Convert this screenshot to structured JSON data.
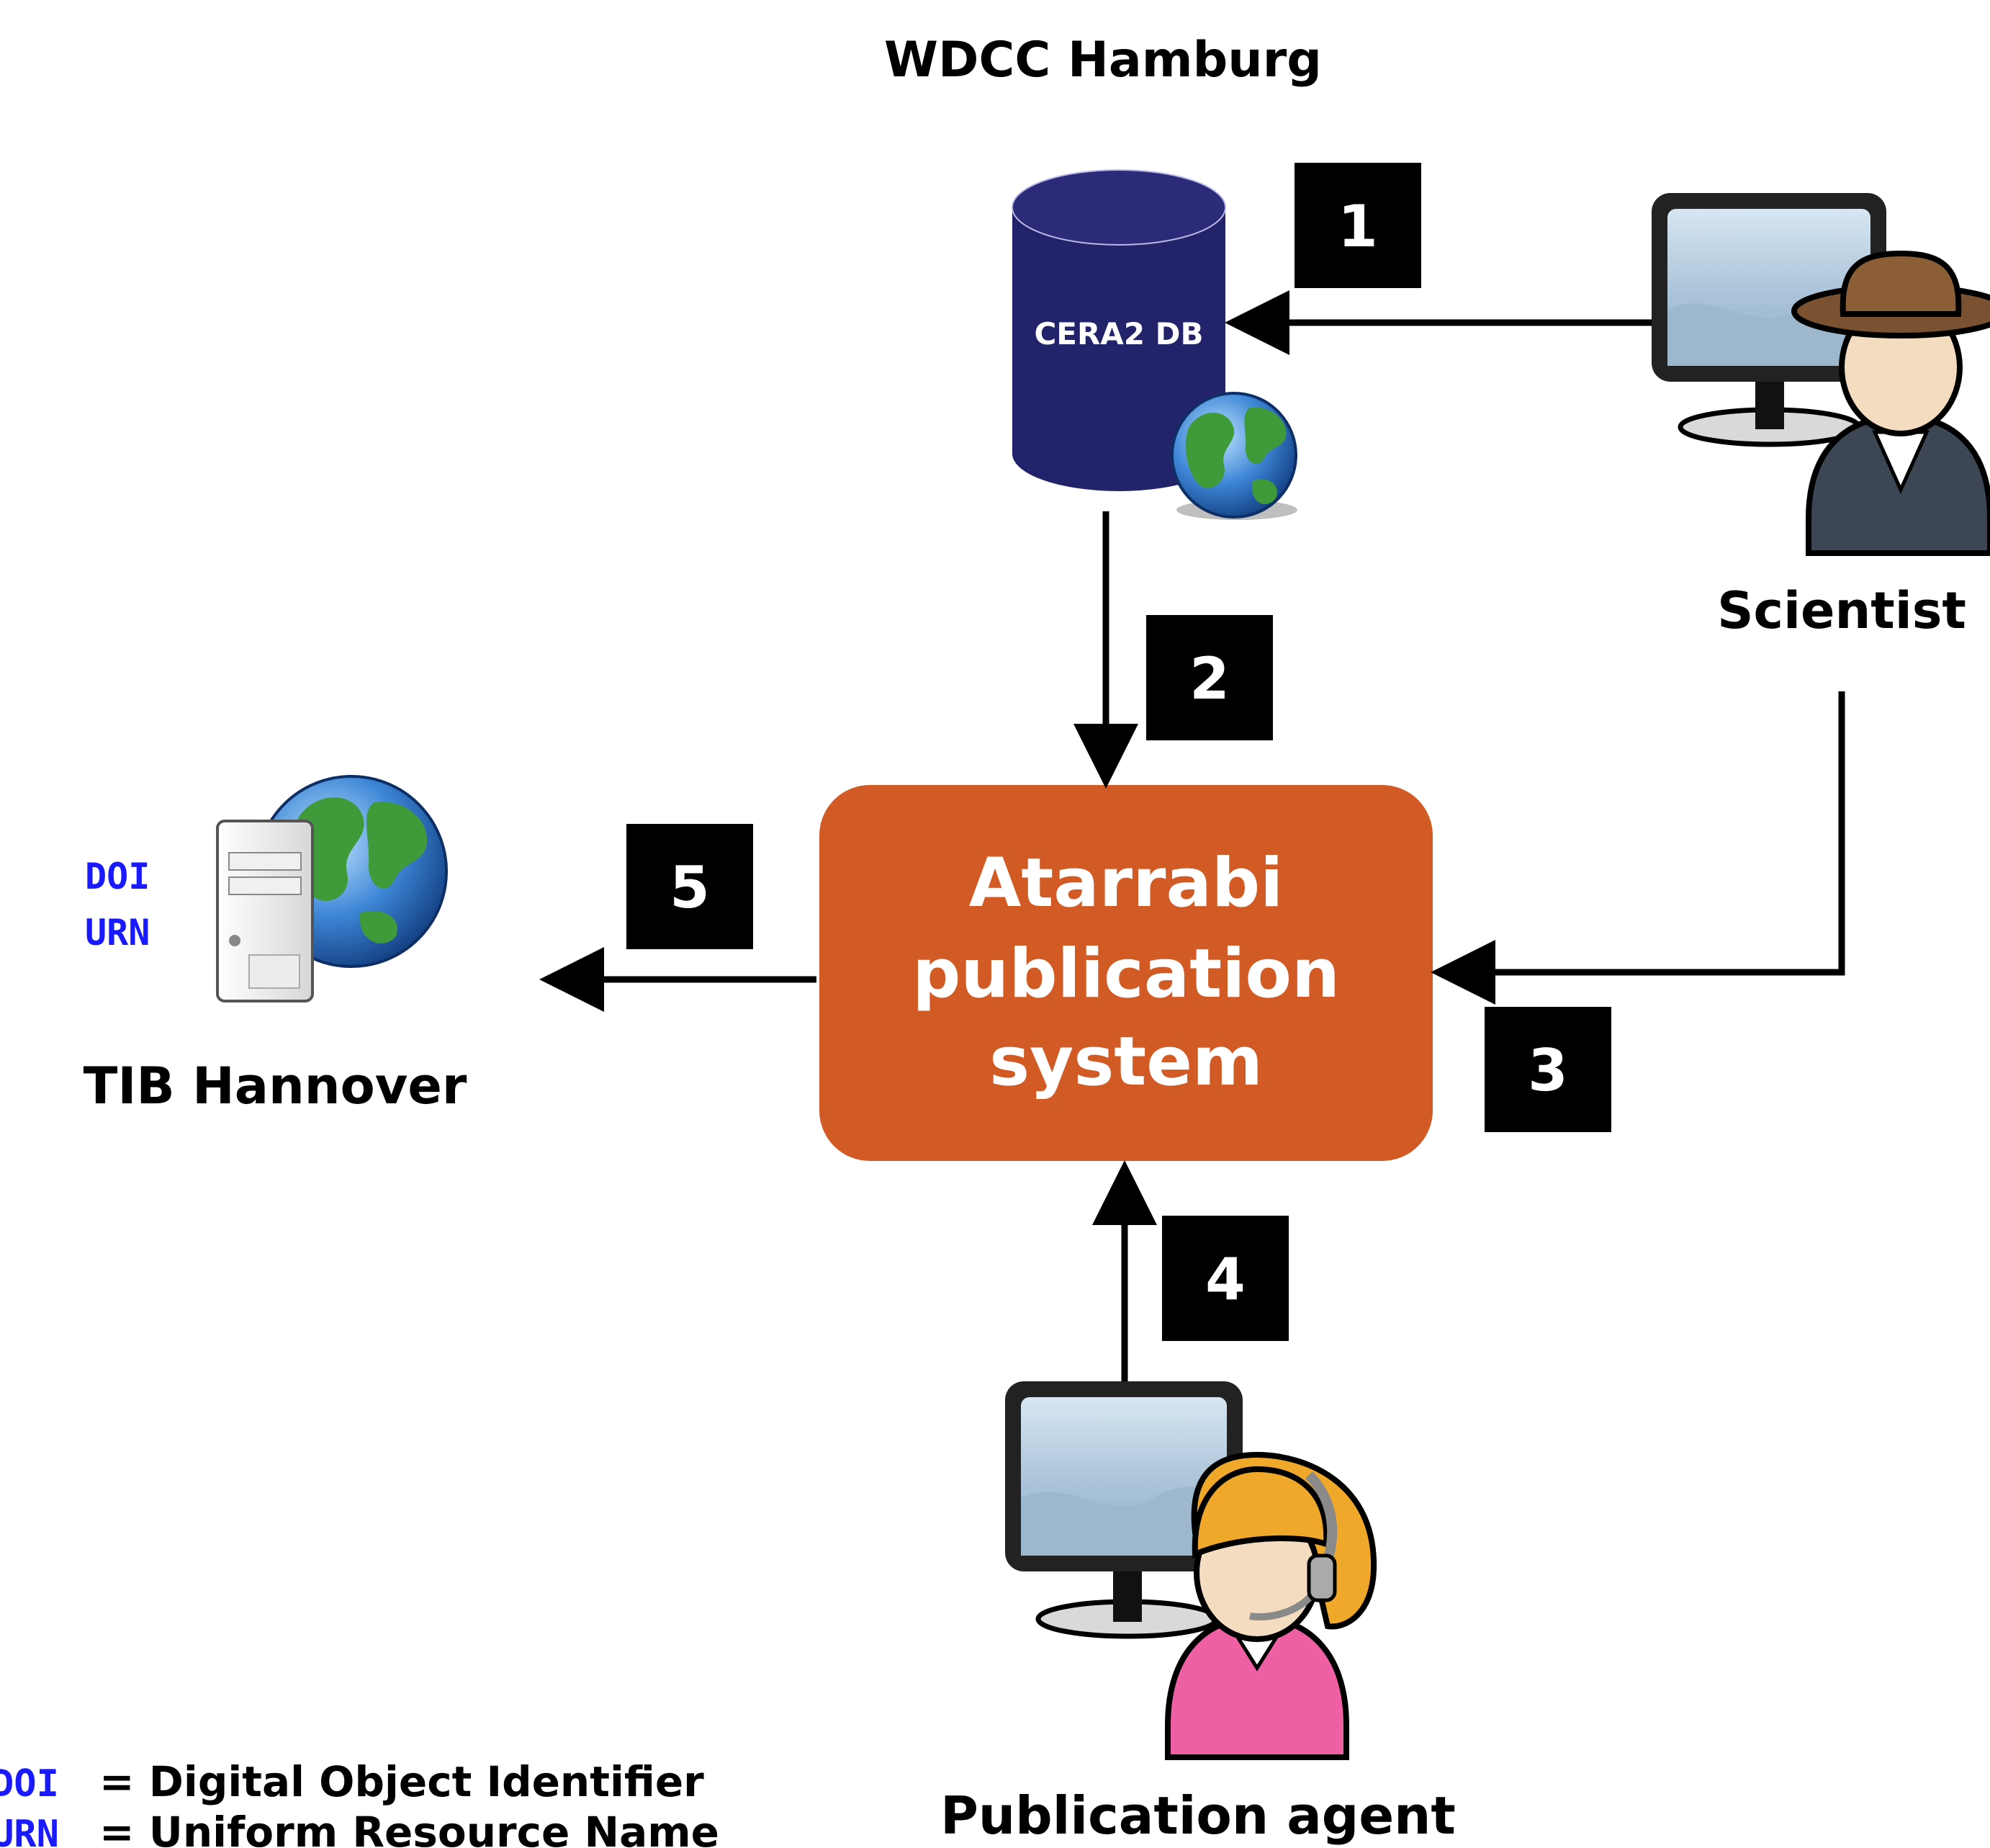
{
  "title": "WDCC Hamburg",
  "database": {
    "label": "CERA2 DB"
  },
  "central_system": {
    "lines": [
      "Atarrabi",
      "publication",
      "system"
    ]
  },
  "actors": {
    "scientist": "Scientist",
    "publication_agent": "Publication agent",
    "tib": "TIB Hannover"
  },
  "tib_identifiers": [
    "DOI",
    "URN"
  ],
  "steps": [
    "1",
    "2",
    "3",
    "4",
    "5"
  ],
  "legend": [
    {
      "abbr": "DOI",
      "definition": "= Digital Object Identifier"
    },
    {
      "abbr": "URN",
      "definition": "= Uniform Resource Name"
    }
  ],
  "colors": {
    "database": "#23236b",
    "central_system": "#d25a24",
    "step_box": "#000000",
    "identifier_text": "#1a1aff"
  }
}
